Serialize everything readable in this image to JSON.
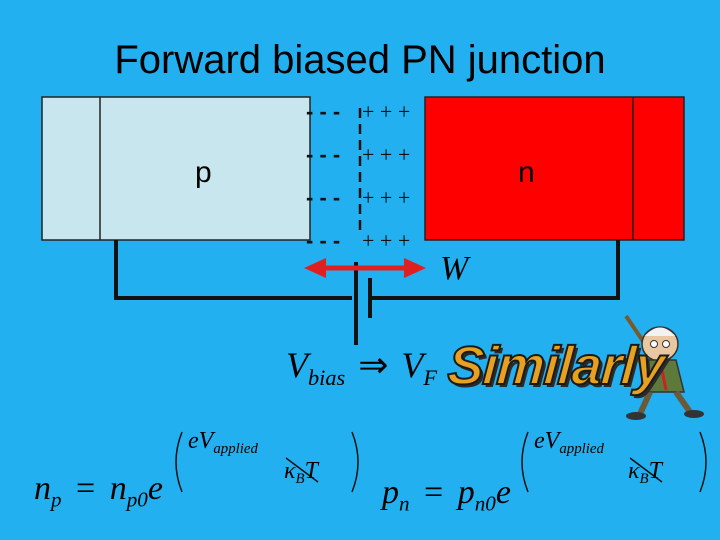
{
  "title": "Forward biased PN junction",
  "regions": {
    "p_label": "p",
    "n_label": "n"
  },
  "depletion": {
    "negative_charge": "- - -",
    "positive_charge": "+ + +",
    "width_label": "W"
  },
  "bias": {
    "v_symbol": "V",
    "bias_sub": "bias",
    "implies": "⇒",
    "vf_symbol": "V",
    "f_sub": "F"
  },
  "callout": "Similarly",
  "equations": {
    "electrons": {
      "lhs": "n",
      "lhs_sub": "p",
      "equals": "=",
      "coef": "n",
      "coef_sub": "p0",
      "base": "e",
      "numerator": "eV",
      "numerator_sub": "applied",
      "denominator": "κ",
      "denominator_sub": "B",
      "denominator_tail": "T"
    },
    "holes": {
      "lhs": "p",
      "lhs_sub": "n",
      "equals": "=",
      "coef": "p",
      "coef_sub": "n0",
      "base": "e",
      "numerator": "eV",
      "numerator_sub": "applied",
      "denominator": "κ",
      "denominator_sub": "B",
      "denominator_tail": "T"
    }
  },
  "colors": {
    "background": "#22b0f0",
    "p_region": "#c8e6ee",
    "n_region": "#ff0000",
    "arrow": "#e02020",
    "callout": "#e8a020"
  }
}
